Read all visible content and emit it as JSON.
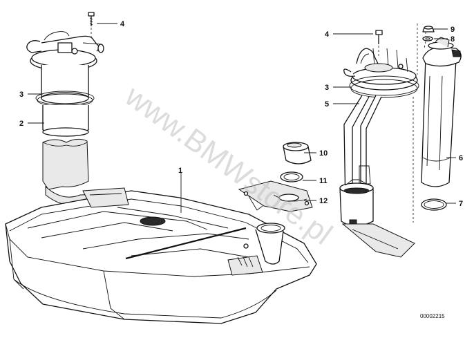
{
  "diagram": {
    "watermark": "www.BMWstore.pl",
    "part_number": "00002215",
    "callouts": [
      {
        "id": "c4a",
        "label": "4"
      },
      {
        "id": "c3a",
        "label": "3"
      },
      {
        "id": "c2",
        "label": "2"
      },
      {
        "id": "c1",
        "label": "1"
      },
      {
        "id": "c4b",
        "label": "4"
      },
      {
        "id": "c3b",
        "label": "3"
      },
      {
        "id": "c5",
        "label": "5"
      },
      {
        "id": "c9",
        "label": "9"
      },
      {
        "id": "c8",
        "label": "8"
      },
      {
        "id": "c6",
        "label": "6"
      },
      {
        "id": "c7",
        "label": "7"
      },
      {
        "id": "c10",
        "label": "10"
      },
      {
        "id": "c11",
        "label": "11"
      },
      {
        "id": "c12",
        "label": "12"
      }
    ]
  }
}
